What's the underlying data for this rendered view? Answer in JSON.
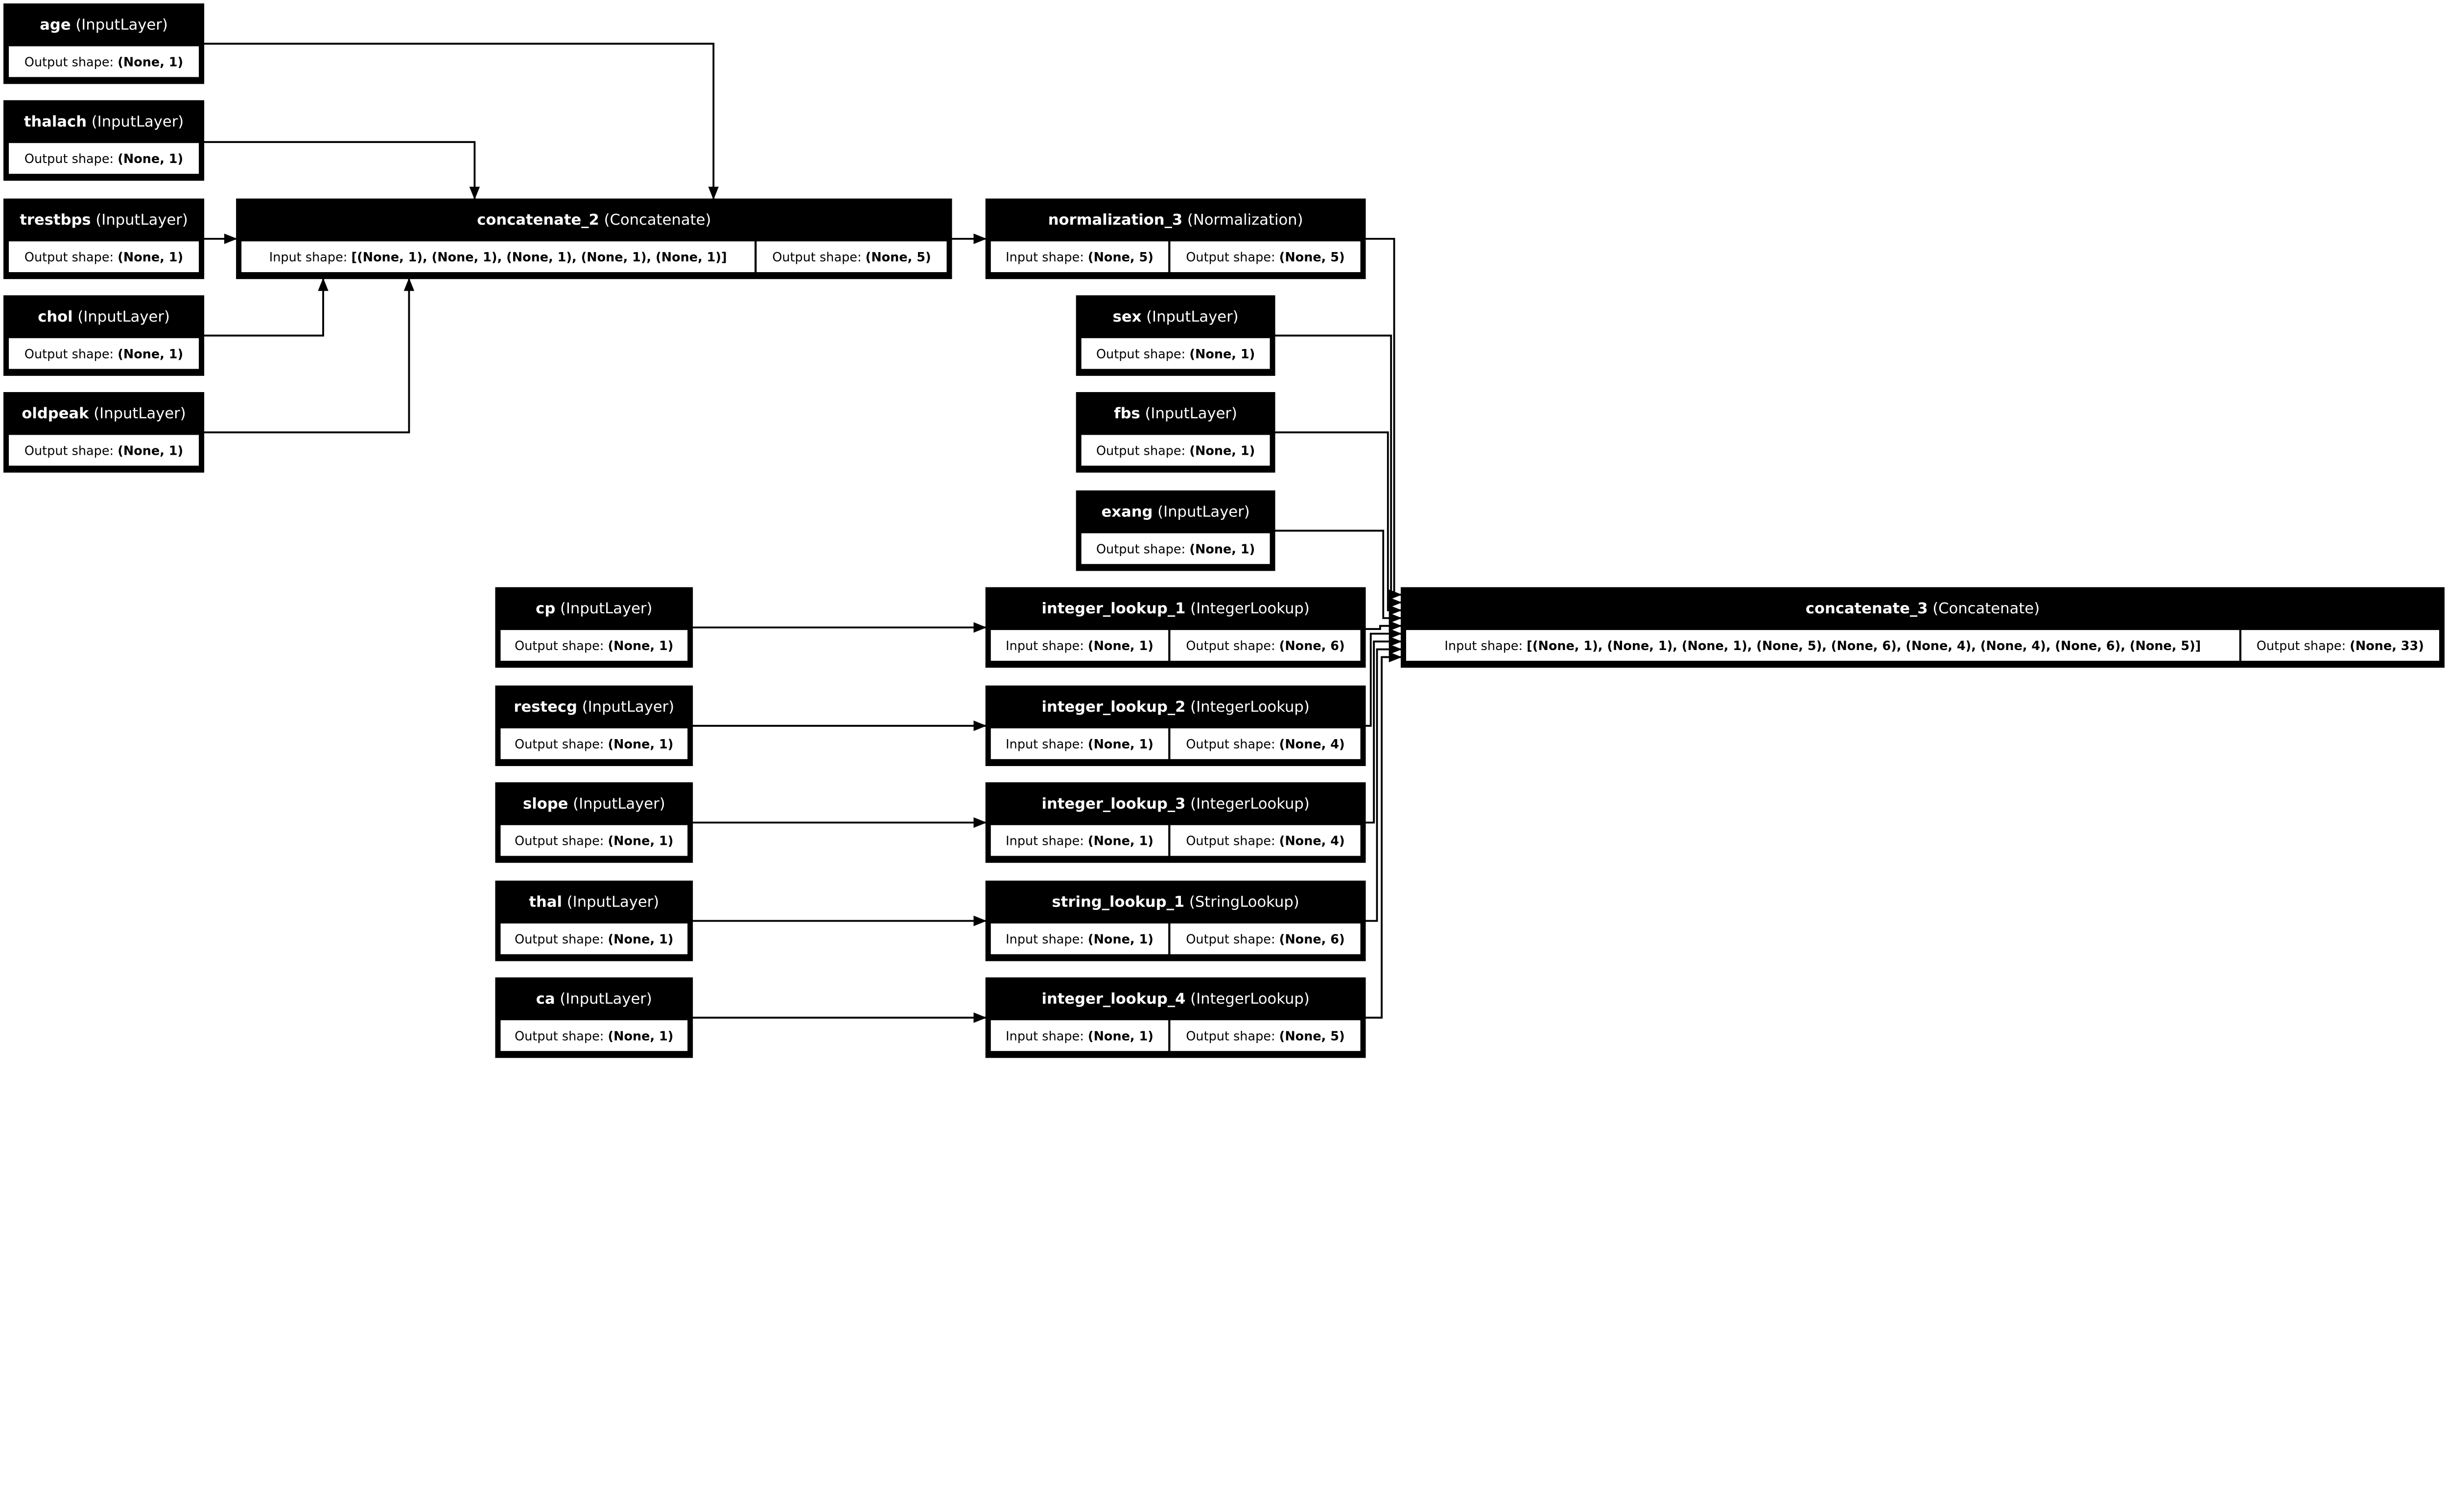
{
  "colors": {
    "header": "#000000",
    "body": "#ffffff",
    "edge": "#000000"
  },
  "labels": {
    "input_shape": "Input shape: ",
    "output_shape": "Output shape: "
  },
  "nodes": [
    {
      "id": "age",
      "name": "age",
      "type": "(InputLayer)",
      "output": "(None, 1)"
    },
    {
      "id": "thalach",
      "name": "thalach",
      "type": "(InputLayer)",
      "output": "(None, 1)"
    },
    {
      "id": "trestbps",
      "name": "trestbps",
      "type": "(InputLayer)",
      "output": "(None, 1)"
    },
    {
      "id": "chol",
      "name": "chol",
      "type": "(InputLayer)",
      "output": "(None, 1)"
    },
    {
      "id": "oldpeak",
      "name": "oldpeak",
      "type": "(InputLayer)",
      "output": "(None, 1)"
    },
    {
      "id": "concatenate_2",
      "name": "concatenate_2",
      "type": "(Concatenate)",
      "input": "[(None, 1), (None, 1), (None, 1), (None, 1), (None, 1)]",
      "output": "(None, 5)"
    },
    {
      "id": "normalization_3",
      "name": "normalization_3",
      "type": "(Normalization)",
      "input": "(None, 5)",
      "output": "(None, 5)"
    },
    {
      "id": "sex",
      "name": "sex",
      "type": "(InputLayer)",
      "output": "(None, 1)"
    },
    {
      "id": "fbs",
      "name": "fbs",
      "type": "(InputLayer)",
      "output": "(None, 1)"
    },
    {
      "id": "exang",
      "name": "exang",
      "type": "(InputLayer)",
      "output": "(None, 1)"
    },
    {
      "id": "cp",
      "name": "cp",
      "type": "(InputLayer)",
      "output": "(None, 1)"
    },
    {
      "id": "restecg",
      "name": "restecg",
      "type": "(InputLayer)",
      "output": "(None, 1)"
    },
    {
      "id": "slope",
      "name": "slope",
      "type": "(InputLayer)",
      "output": "(None, 1)"
    },
    {
      "id": "thal",
      "name": "thal",
      "type": "(InputLayer)",
      "output": "(None, 1)"
    },
    {
      "id": "ca",
      "name": "ca",
      "type": "(InputLayer)",
      "output": "(None, 1)"
    },
    {
      "id": "integer_lookup_1",
      "name": "integer_lookup_1",
      "type": "(IntegerLookup)",
      "input": "(None, 1)",
      "output": "(None, 6)"
    },
    {
      "id": "integer_lookup_2",
      "name": "integer_lookup_2",
      "type": "(IntegerLookup)",
      "input": "(None, 1)",
      "output": "(None, 4)"
    },
    {
      "id": "integer_lookup_3",
      "name": "integer_lookup_3",
      "type": "(IntegerLookup)",
      "input": "(None, 1)",
      "output": "(None, 4)"
    },
    {
      "id": "string_lookup_1",
      "name": "string_lookup_1",
      "type": "(StringLookup)",
      "input": "(None, 1)",
      "output": "(None, 6)"
    },
    {
      "id": "integer_lookup_4",
      "name": "integer_lookup_4",
      "type": "(IntegerLookup)",
      "input": "(None, 1)",
      "output": "(None, 5)"
    },
    {
      "id": "concatenate_3",
      "name": "concatenate_3",
      "type": "(Concatenate)",
      "input": "[(None, 1), (None, 1), (None, 1), (None, 5), (None, 6), (None, 4), (None, 4), (None, 6), (None, 5)]",
      "output": "(None, 33)"
    }
  ],
  "edges": [
    [
      "age",
      "concatenate_2"
    ],
    [
      "thalach",
      "concatenate_2"
    ],
    [
      "trestbps",
      "concatenate_2"
    ],
    [
      "chol",
      "concatenate_2"
    ],
    [
      "oldpeak",
      "concatenate_2"
    ],
    [
      "concatenate_2",
      "normalization_3"
    ],
    [
      "normalization_3",
      "concatenate_3"
    ],
    [
      "sex",
      "concatenate_3"
    ],
    [
      "fbs",
      "concatenate_3"
    ],
    [
      "exang",
      "concatenate_3"
    ],
    [
      "integer_lookup_1",
      "concatenate_3"
    ],
    [
      "integer_lookup_2",
      "concatenate_3"
    ],
    [
      "integer_lookup_3",
      "concatenate_3"
    ],
    [
      "string_lookup_1",
      "concatenate_3"
    ],
    [
      "integer_lookup_4",
      "concatenate_3"
    ],
    [
      "cp",
      "integer_lookup_1"
    ],
    [
      "restecg",
      "integer_lookup_2"
    ],
    [
      "slope",
      "integer_lookup_3"
    ],
    [
      "thal",
      "string_lookup_1"
    ],
    [
      "ca",
      "integer_lookup_4"
    ]
  ]
}
